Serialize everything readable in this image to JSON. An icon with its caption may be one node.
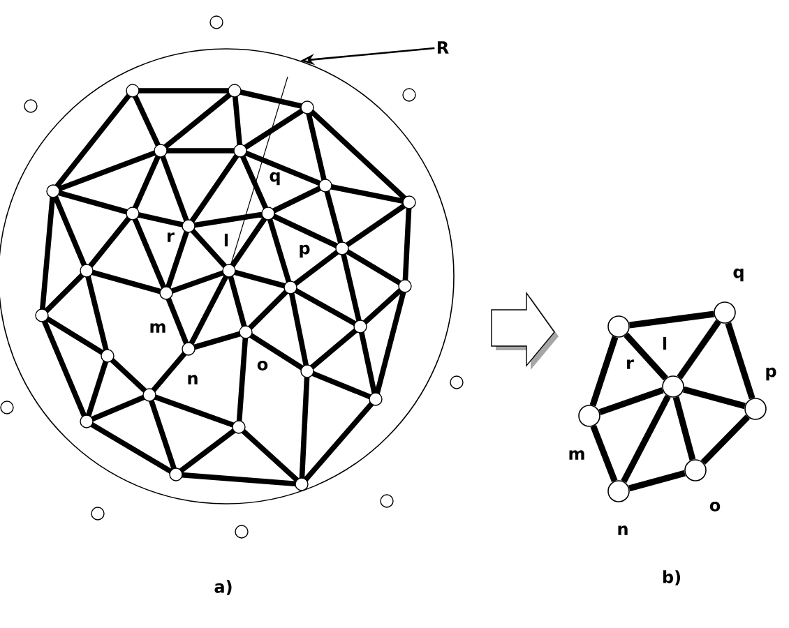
{
  "diagram": {
    "nodes": [
      {
        "text": [],
        "shape": "circle"
      },
      {
        "text": [
          "R"
        ]
      },
      {
        "text": [],
        "shape": "circle",
        "beside": [
          "r"
        ]
      },
      {
        "text": [],
        "shape": "circle",
        "beside": [
          "q"
        ]
      },
      {
        "text": [],
        "shape": "circle",
        "beside": [
          "l"
        ]
      },
      {
        "text": [],
        "shape": "circle",
        "beside": [
          "p"
        ]
      },
      {
        "text": [],
        "shape": "circle",
        "beside": [
          "o"
        ]
      },
      {
        "text": [],
        "shape": "circle",
        "beside": [
          "n"
        ]
      },
      {
        "text": [],
        "shape": "circle",
        "beside": [
          "m"
        ]
      }
    ],
    "edges": [
      {
        "from": 1,
        "to": 0,
        "arrow": "to"
      },
      {
        "from": 2,
        "to": 3,
        "arrow": "none"
      },
      {
        "from": 2,
        "to": 8,
        "arrow": "none"
      },
      {
        "from": 2,
        "to": 4,
        "arrow": "none"
      },
      {
        "from": 3,
        "to": 4,
        "arrow": "none"
      },
      {
        "from": 3,
        "to": 5,
        "arrow": "none"
      },
      {
        "from": 5,
        "to": 4,
        "arrow": "none"
      },
      {
        "from": 5,
        "to": 6,
        "arrow": "none"
      },
      {
        "from": 6,
        "to": 4,
        "arrow": "none"
      },
      {
        "from": 6,
        "to": 7,
        "arrow": "none"
      },
      {
        "from": 7,
        "to": 4,
        "arrow": "none"
      },
      {
        "from": 7,
        "to": 8,
        "arrow": "none"
      },
      {
        "from": 8,
        "to": 4,
        "arrow": "none"
      }
    ],
    "labels": [
      "q",
      "r",
      "l",
      "p",
      "m",
      "n",
      "o",
      "a)",
      "b)"
    ]
  }
}
